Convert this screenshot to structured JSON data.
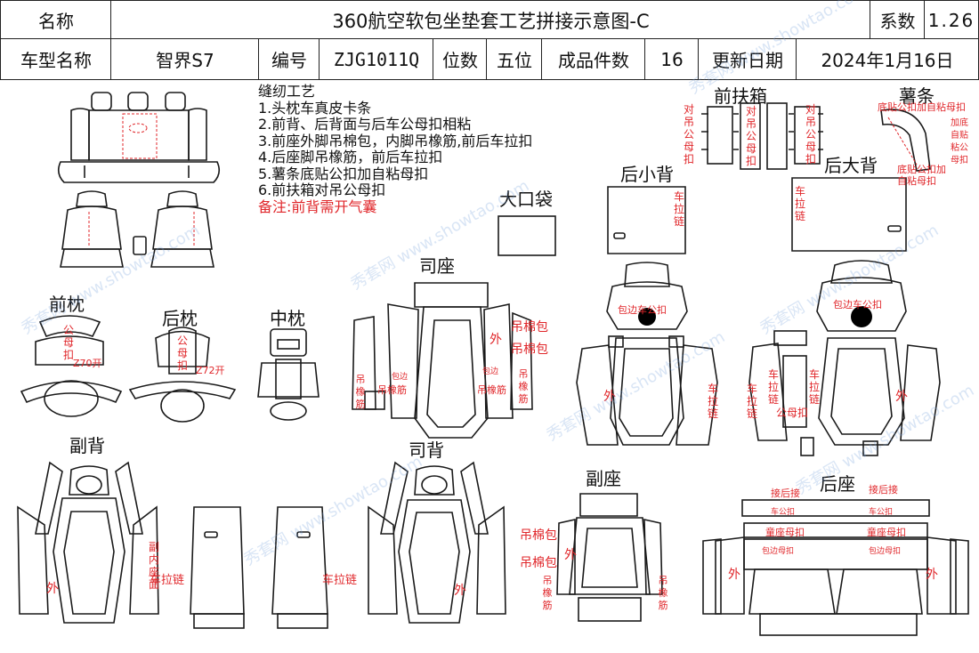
{
  "header": {
    "name_label": "名称",
    "name_value": "360航空软包坐垫套工艺拼接示意图-C",
    "coef_label": "系数",
    "coef_value": "1.26",
    "model_label": "车型名称",
    "model_value": "智界S7",
    "code_label": "编号",
    "code_value": "ZJG1011Q",
    "seats_label": "位数",
    "seats_value": "五位",
    "pieces_label": "成品件数",
    "pieces_value": "16",
    "date_label": "更新日期",
    "date_value": "2024年1月16日"
  },
  "notes": {
    "heading": "缝纫工艺",
    "items": [
      "1.头枕车真皮卡条",
      "2.前背、后背面与后车公母扣相粘",
      "3.前座外脚吊棉包，内脚吊橡筋,前后车拉扣",
      "4.后座脚吊橡筋，前后车拉扣",
      "5.薯条底贴公扣加自粘母扣",
      "6.前扶箱对吊公母扣"
    ],
    "remark": "备注:前背需开气囊"
  },
  "sections": {
    "front_armrest": "前扶箱",
    "chip_strip": "薯条",
    "big_pocket": "大口袋",
    "rear_small_back": "后小背",
    "rear_big_back": "后大背",
    "front_pillow": "前枕",
    "rear_pillow": "后枕",
    "middle_pillow": "中枕",
    "driver_seat": "司座",
    "passenger_back": "副背",
    "driver_back": "司背",
    "passenger_seat": "副座",
    "rear_seat": "后座"
  },
  "annotations": {
    "dui_diao_gong_mu_kou": "对吊公母扣",
    "di_tie_gong_kou": "底贴公扣加自粘母扣",
    "jia_gao": "加底自贴粘公母扣",
    "che_la_lian": "车拉链",
    "bao_bian_che_gong_kou": "包边车公扣",
    "gong_mu_kou": "公母扣",
    "zi_kai": "Z70开",
    "zi_kai2": "Z72开",
    "gong_mu": "公母扣",
    "wai": "外",
    "diao_mian_bao": "吊棉包",
    "diao_xiang_jin": "吊橡筋",
    "bao_bian": "包边",
    "fu_nei_zuo_mian": "副内座面",
    "jie_hou_jie": "接后接",
    "tong_zuo_mu_kou": "童座母扣",
    "che_gong_kou": "车公扣",
    "bao_bian_mu_kou": "包边母扣"
  },
  "watermark": "秀套网 www.showtao.com"
}
